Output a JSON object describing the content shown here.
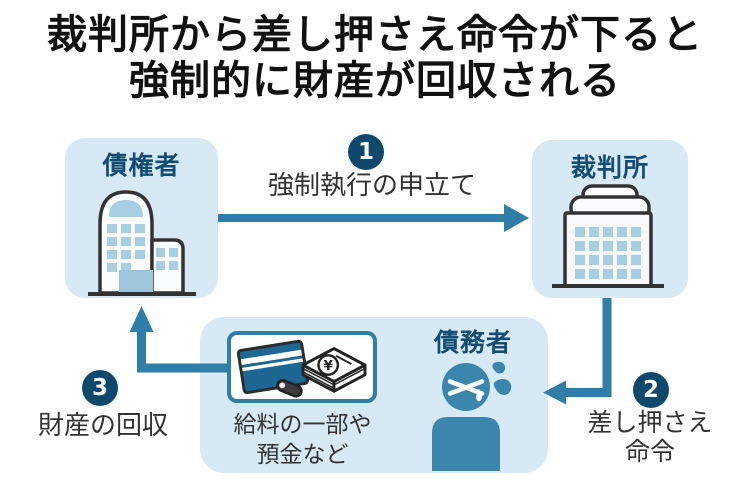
{
  "title": {
    "line1": "裁判所から差し押さえ命令が下ると",
    "line2": "強制的に財産が回収される"
  },
  "entities": {
    "creditor": {
      "label": "債権者",
      "icon": "office-building-icon"
    },
    "court": {
      "label": "裁判所",
      "icon": "courthouse-building-icon"
    },
    "debtor": {
      "label": "債務者",
      "icon": "distressed-person-icon",
      "assets": {
        "caption_line1": "給料の一部や",
        "caption_line2": "預金など",
        "icons": [
          "credit-card-icon",
          "banknote-stack-icon"
        ]
      }
    }
  },
  "steps": [
    {
      "number": "1",
      "label": "強制執行の申立て",
      "from": "債権者",
      "to": "裁判所"
    },
    {
      "number": "2",
      "label_line1": "差し押さえ",
      "label_line2": "命令",
      "from": "裁判所",
      "to": "債務者"
    },
    {
      "number": "3",
      "label": "財産の回収",
      "from": "債務者",
      "to": "債権者"
    }
  ],
  "colors": {
    "panel_blue": "#d6e9f4",
    "arrow_blue": "#2e7ea8",
    "badge_navy": "#0e486d",
    "label_navy": "#134d72",
    "person_blue": "#3a86ad",
    "card_blue": "#1d6795",
    "window_blue": "#a6cfe3",
    "text_dark": "#333333",
    "title_black": "#111111"
  }
}
